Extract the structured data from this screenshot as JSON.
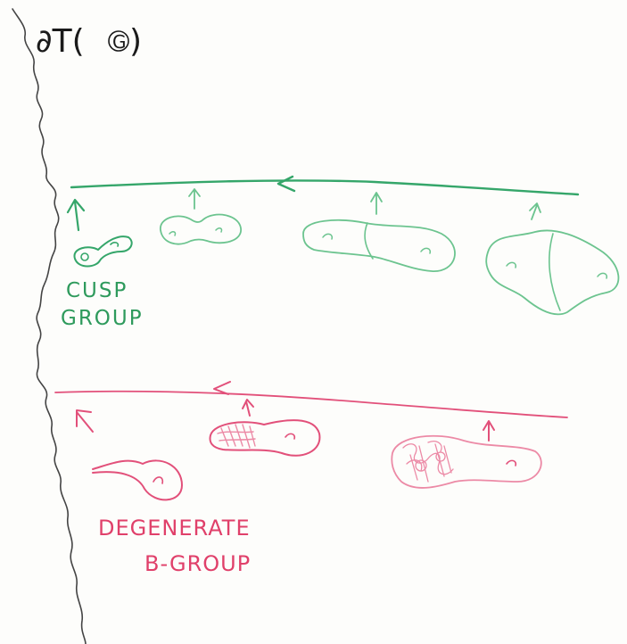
{
  "boundary": {
    "label": "∂T(G)",
    "label_symbol": "∂T(",
    "label_circled": "G",
    "label_close": ")"
  },
  "cusp_group": {
    "label_line1": "CUSP",
    "label_line2": "GROUP",
    "color": "#35a66a"
  },
  "degenerate_group": {
    "label_line1": "DEGENERATE",
    "label_line2": "B-GROUP",
    "color": "#e2507a"
  }
}
